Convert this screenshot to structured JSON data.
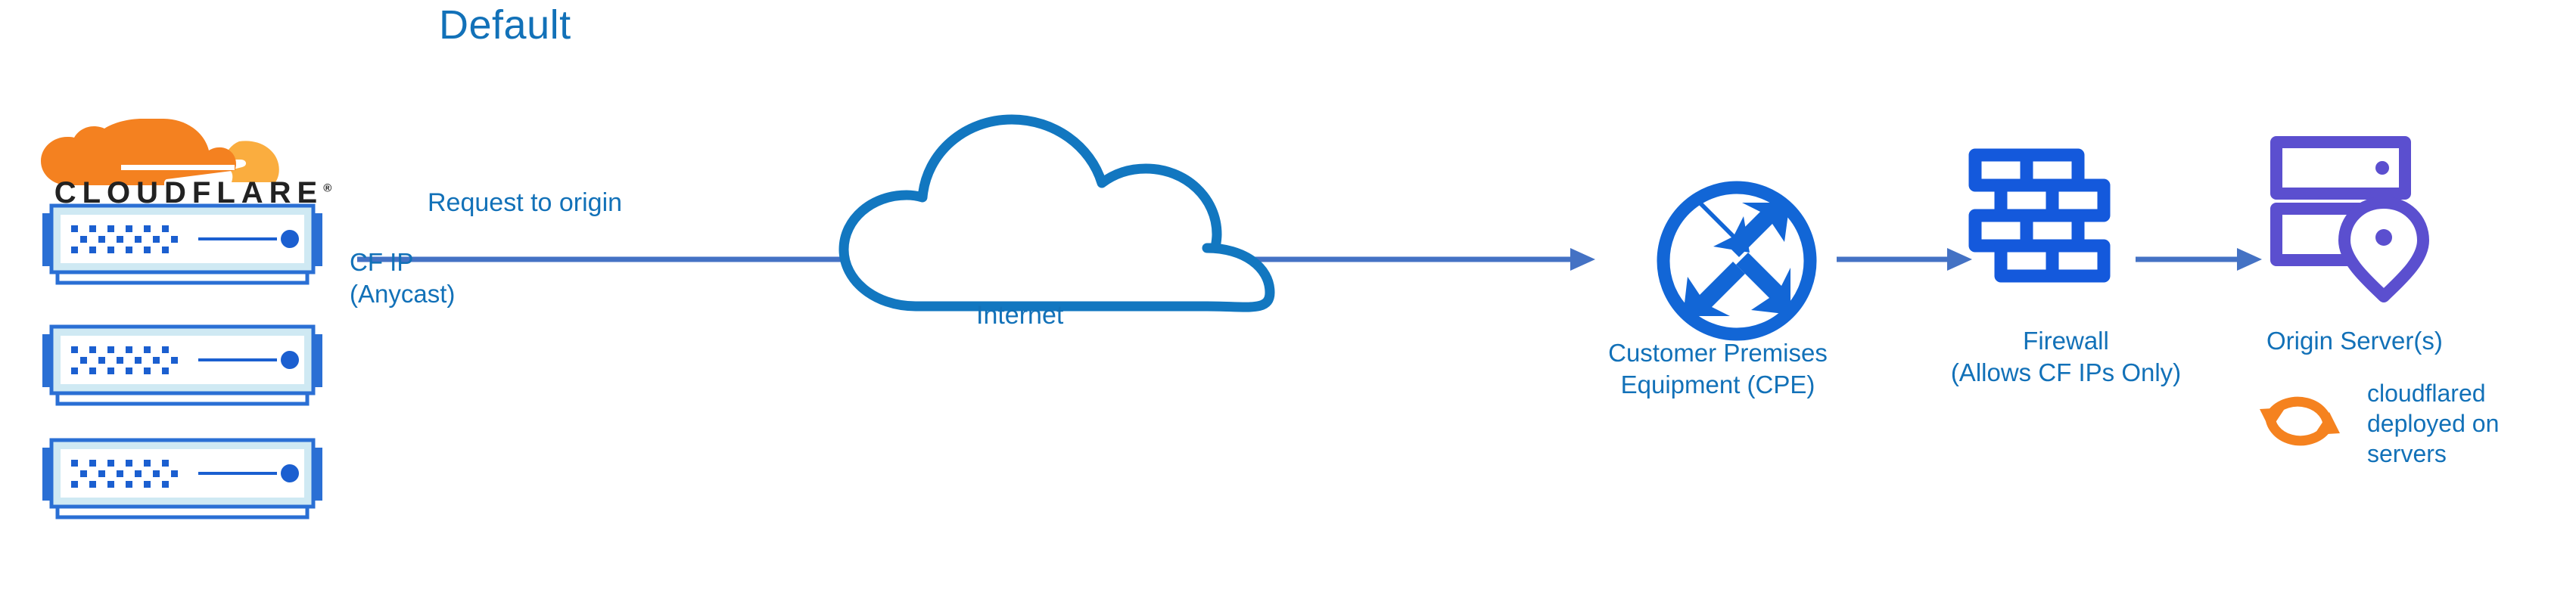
{
  "diagram": {
    "title": "Default",
    "type": "network-architecture-flow"
  },
  "colors": {
    "title_blue": "#1271b8",
    "label_blue": "#1271b8",
    "arrow_blue": "#4472c4",
    "icon_blue": "#1266d6",
    "cloud_outline_blue": "#1277c0",
    "origin_purple": "#5b4fcf",
    "cloudflare_orange": "#f48120",
    "cloudflare_orange_light": "#faad3f",
    "server_fill": "#cfe9f3",
    "server_border": "#2a6fd4",
    "wordmark_black": "#222222"
  },
  "cloudflare_logo": {
    "icon_name": "cloudflare-cloud-logo",
    "wordmark": "CLOUDFLARE",
    "registered_mark": "®"
  },
  "server_stack": {
    "count": 3,
    "unit_icon_name": "server-rack-unit",
    "units": [
      {
        "name": "server-unit-1"
      },
      {
        "name": "server-unit-2"
      },
      {
        "name": "server-unit-3"
      }
    ]
  },
  "labels": {
    "request_to_origin": "Request to origin",
    "cf_ip": "CF IP\n(Anycast)",
    "internet": "Internet",
    "cpe": "Customer Premises\nEquipment (CPE)",
    "firewall": "Firewall\n(Allows CF IPs Only)",
    "origin_server": "Origin Server(s)",
    "cloudflared": "cloudflared\ndeployed on\nservers"
  },
  "nodes": [
    {
      "id": "cloudflare-edge",
      "label": "CF IP (Anycast)",
      "icon": "server-rack-stack"
    },
    {
      "id": "internet",
      "label": "Internet",
      "icon": "cloud-outline-icon"
    },
    {
      "id": "cpe",
      "label": "Customer Premises Equipment (CPE)",
      "icon": "router-icon"
    },
    {
      "id": "firewall",
      "label": "Firewall (Allows CF IPs Only)",
      "icon": "brick-wall-icon"
    },
    {
      "id": "origin",
      "label": "Origin Server(s)",
      "icon": "origin-server-pin-icon"
    }
  ],
  "connections": [
    {
      "from": "cloudflare-edge",
      "to": "cpe",
      "label": "Request to origin"
    },
    {
      "from": "cpe",
      "to": "firewall",
      "label": ""
    },
    {
      "from": "firewall",
      "to": "origin",
      "label": ""
    }
  ],
  "annotations": [
    {
      "icon": "sync-refresh-icon",
      "text": "cloudflared deployed on servers",
      "attached_to": "origin"
    }
  ]
}
